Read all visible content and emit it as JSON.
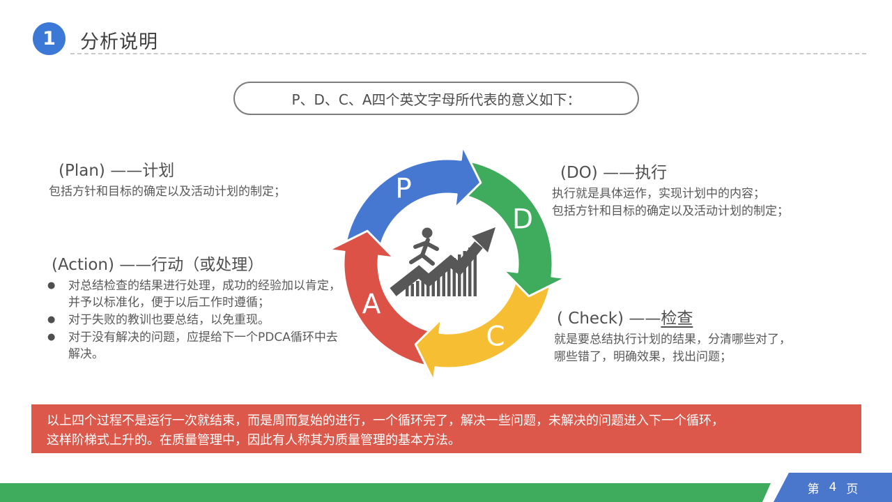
{
  "slide": {
    "header": {
      "number": "1",
      "title": "分析说明"
    },
    "capsule": "P、D、C、A四个英文字母所代表的意义如下：",
    "sections": {
      "plan": {
        "heading": "(Plan) ——计划",
        "desc": "包括方针和目标的确定以及活动计划的制定；"
      },
      "do": {
        "heading": "(DO) ——执行",
        "lines": [
          "执行就是具体运作，实现计划中的内容；",
          "包括方针和目标的确定以及活动计划的制定；"
        ]
      },
      "action": {
        "heading": "(Action) ——行动（或处理）",
        "bullet_glyph": "●",
        "bullets": [
          "对总结检查的结果进行处理，成功的经验加以肯定，并予以标准化，便于以后工作时遵循；",
          "对于失败的教训也要总结，以免重现。",
          "对于没有解决的问题，应提给下一个PDCA循环中去解决。"
        ]
      },
      "check": {
        "heading_prefix": "( Check) ——",
        "heading_emph": "检查",
        "lines": [
          "就是要总结执行计划的结果，分清哪些对了，",
          "哪些错了，明确效果，找出问题；"
        ]
      }
    },
    "diagram": {
      "letters": [
        "P",
        "D",
        "C",
        "A"
      ],
      "colors": {
        "plan": "#4678d2",
        "do": "#3fab5c",
        "check": "#f5be33",
        "action": "#dc5246"
      },
      "center_icon": "growth-chart-runner"
    },
    "banner": {
      "bg": "#dc584a",
      "lines": [
        "以上四个过程不是运行一次就结束，而是周而复始的进行，一个循环完了，解决一些问题，未解决的问题进入下一个循环，",
        "这样阶梯式上升的。在质量管理中，因此有人称其为质量管理的基本方法。"
      ]
    },
    "footer": {
      "page_prefix": "第",
      "page_number": "4",
      "page_suffix": "页"
    }
  }
}
